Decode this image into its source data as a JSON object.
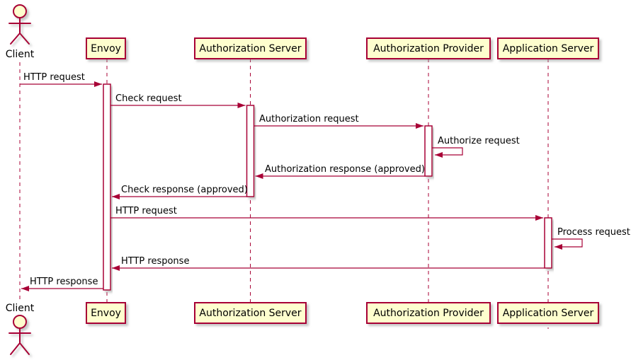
{
  "diagram": {
    "type": "sequence",
    "title": "",
    "colors": {
      "line": "#A80036",
      "participant_fill": "#FEFECE",
      "participant_border": "#A80036",
      "text": "#000000",
      "background": "#FFFFFF"
    },
    "participants": [
      {
        "name": "Client",
        "kind": "actor"
      },
      {
        "name": "Envoy",
        "kind": "participant"
      },
      {
        "name": "Authorization Server",
        "kind": "participant"
      },
      {
        "name": "Authorization Provider",
        "kind": "participant"
      },
      {
        "name": "Application Server",
        "kind": "participant"
      }
    ],
    "messages": [
      {
        "from": "Client",
        "to": "Envoy",
        "label": "HTTP request"
      },
      {
        "from": "Envoy",
        "to": "Authorization Server",
        "label": "Check request"
      },
      {
        "from": "Authorization Server",
        "to": "Authorization Provider",
        "label": "Authorization request"
      },
      {
        "from": "Authorization Provider",
        "to": "Authorization Provider",
        "label": "Authorize request"
      },
      {
        "from": "Authorization Provider",
        "to": "Authorization Server",
        "label": "Authorization response (approved)"
      },
      {
        "from": "Authorization Server",
        "to": "Envoy",
        "label": "Check response (approved)"
      },
      {
        "from": "Envoy",
        "to": "Application Server",
        "label": "HTTP request"
      },
      {
        "from": "Application Server",
        "to": "Application Server",
        "label": "Process request"
      },
      {
        "from": "Application Server",
        "to": "Envoy",
        "label": "HTTP response"
      },
      {
        "from": "Envoy",
        "to": "Client",
        "label": "HTTP response"
      }
    ]
  }
}
